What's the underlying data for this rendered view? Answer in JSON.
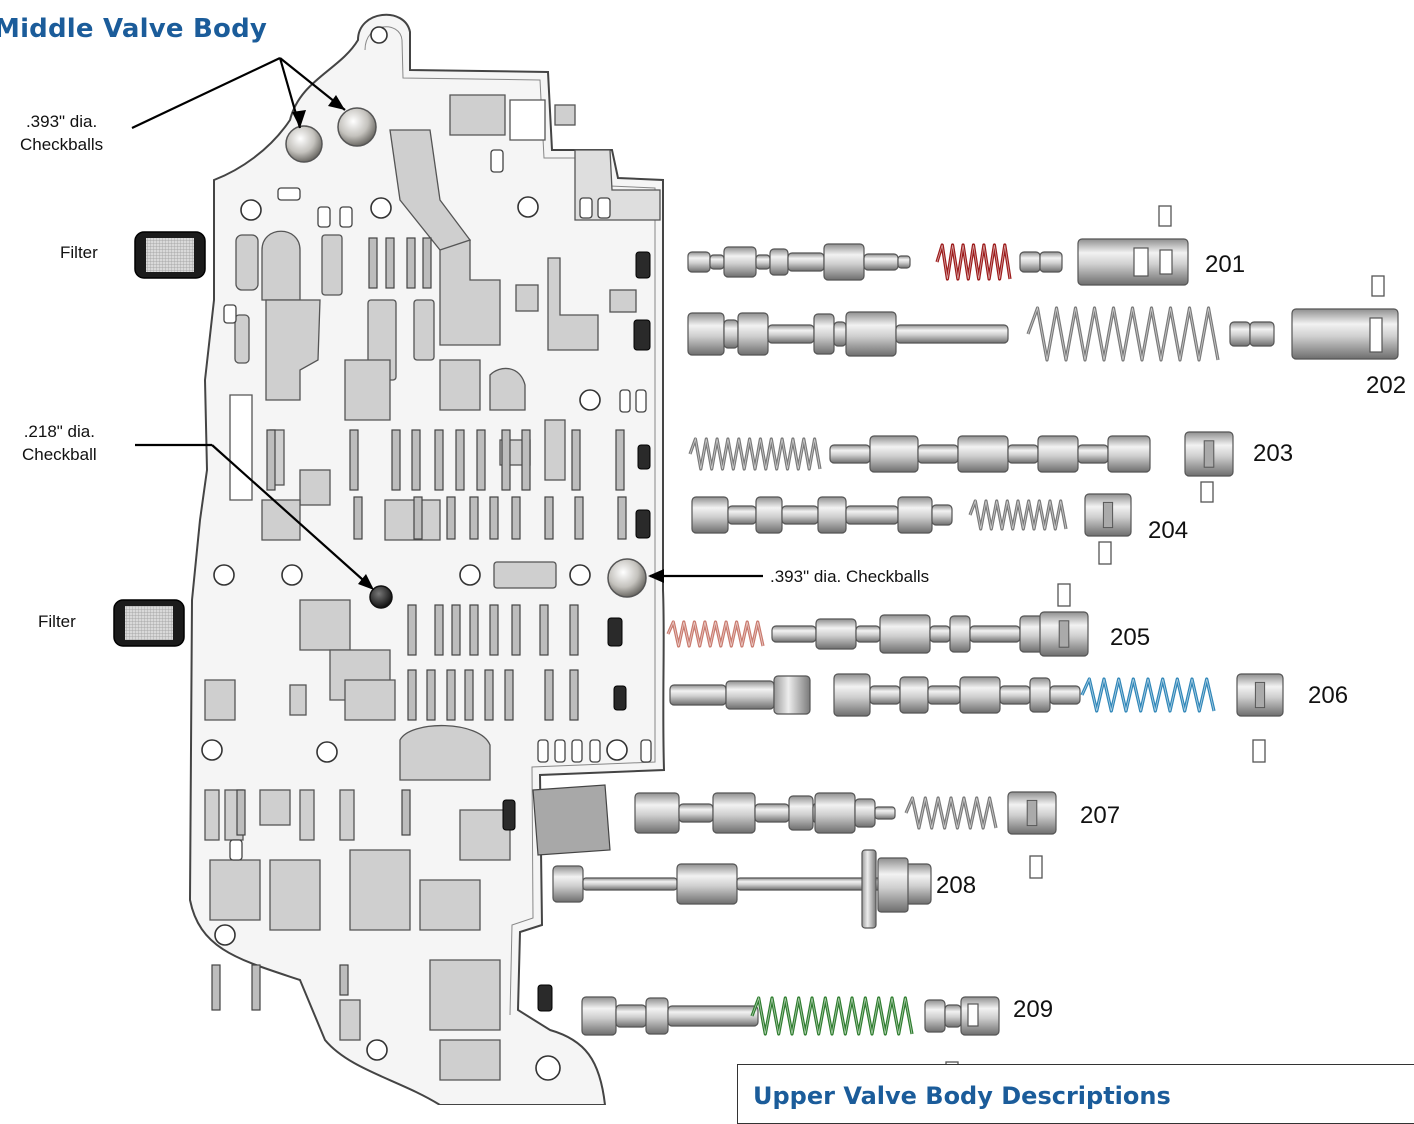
{
  "title": "Middle Valve Body",
  "callouts": {
    "checkballs_top": [
      ".393\" dia.",
      "Checkballs"
    ],
    "checkball_small": [
      ".218\" dia.",
      "Checkball"
    ],
    "checkballs_right": ".393\" dia. Checkballs",
    "filter_top": "Filter",
    "filter_bottom": "Filter"
  },
  "part_numbers": [
    "201",
    "202",
    "203",
    "204",
    "205",
    "206",
    "207",
    "208",
    "209"
  ],
  "spring_colors": {
    "201": "#9c1b1b",
    "205": "#c97a6e",
    "206": "#2f86b8",
    "209": "#2e7d2e",
    "default": "#7a7a7a"
  },
  "descriptions_title": "Upper Valve Body Descriptions"
}
